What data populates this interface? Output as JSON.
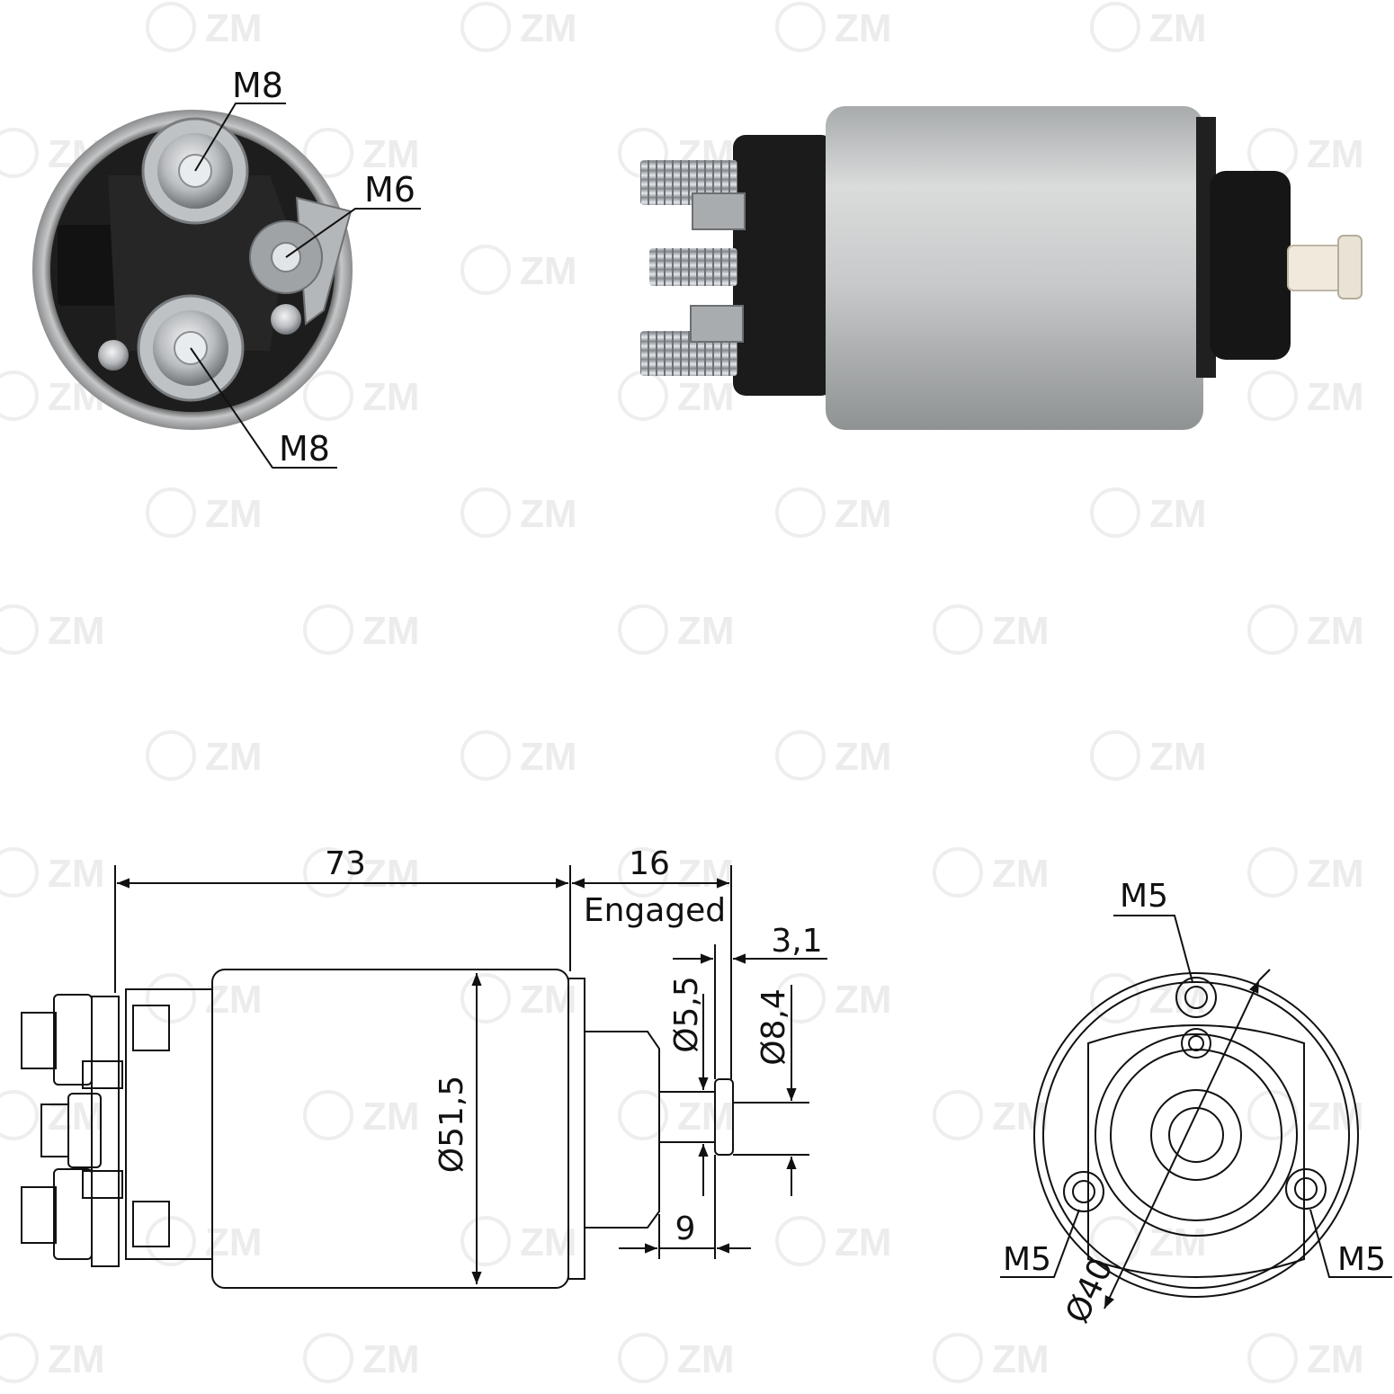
{
  "watermark": {
    "text": "ZM",
    "logo": "ZM"
  },
  "photo_front": {
    "labels": {
      "top_left": "M8",
      "right": "M6",
      "bottom": "M8"
    }
  },
  "drawing_side": {
    "length": "73",
    "stroke": "16",
    "stroke_note": "Engaged",
    "offset": "3,1",
    "plunger_dia": "Ø5,5",
    "tip_dia": "Ø8,4",
    "body_dia": "Ø51,5",
    "flange": "9"
  },
  "drawing_end": {
    "holes": {
      "top": "M5",
      "left": "M5",
      "right": "M5"
    },
    "pitch_dia": "Ø40"
  },
  "colors": {
    "line": "#111111",
    "body_silver": "#c9cccd",
    "housing_black": "#1a1a1a",
    "watermark": "#ececec"
  }
}
